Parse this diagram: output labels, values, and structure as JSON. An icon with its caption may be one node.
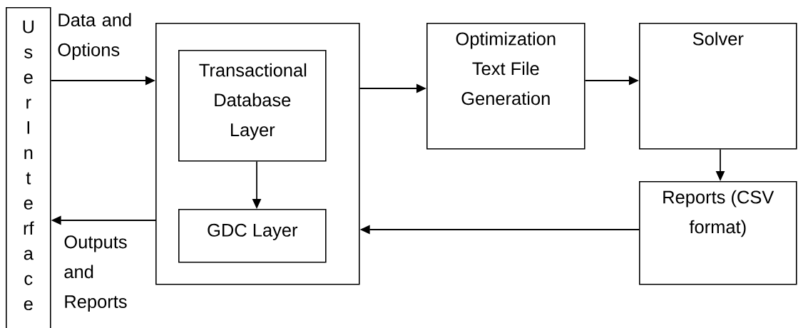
{
  "diagram": {
    "nodes": [
      {
        "text": [
          "U s e r I n t e rf a c e"
        ]
      },
      {
        "text": [],
        "shape": "box"
      },
      {
        "text": [
          "Transactional Database Layer"
        ],
        "in": 1
      },
      {
        "text": [
          "GDC Layer"
        ],
        "in": 1
      },
      {
        "text": [
          "Optimization Text File Generation"
        ]
      },
      {
        "text": [
          "Solver"
        ]
      },
      {
        "text": [
          "Reports (CSV format)"
        ]
      }
    ],
    "edges": [
      {
        "from": 0,
        "to": 1,
        "arrow": "to",
        "label": "Data and Options"
      },
      {
        "from": 1,
        "to": 0,
        "arrow": "to",
        "label": "Outputs and Reports"
      },
      {
        "from": 2,
        "to": 3,
        "arrow": "to"
      },
      {
        "from": 1,
        "to": 4,
        "arrow": "to"
      },
      {
        "from": 4,
        "to": 5,
        "arrow": "to"
      },
      {
        "from": 5,
        "to": 6,
        "arrow": "to"
      },
      {
        "from": 6,
        "to": 1,
        "arrow": "to"
      }
    ]
  }
}
